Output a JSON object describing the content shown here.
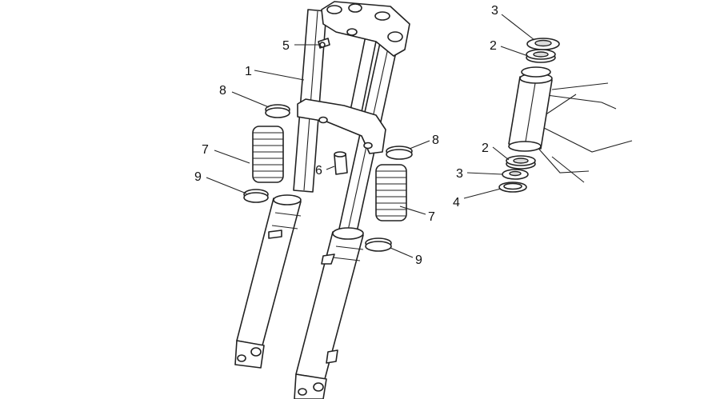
{
  "callouts": [
    {
      "id": "c1",
      "text": "1"
    },
    {
      "id": "c5",
      "text": "5"
    },
    {
      "id": "c8a",
      "text": "8"
    },
    {
      "id": "c7a",
      "text": "7"
    },
    {
      "id": "c9a",
      "text": "9"
    },
    {
      "id": "c6",
      "text": "6"
    },
    {
      "id": "c8b",
      "text": "8"
    },
    {
      "id": "c7b",
      "text": "7"
    },
    {
      "id": "c9b",
      "text": "9"
    },
    {
      "id": "c3a",
      "text": "3"
    },
    {
      "id": "c2a",
      "text": "2"
    },
    {
      "id": "c2b",
      "text": "2"
    },
    {
      "id": "c3b",
      "text": "3"
    },
    {
      "id": "c4",
      "text": "4"
    }
  ]
}
